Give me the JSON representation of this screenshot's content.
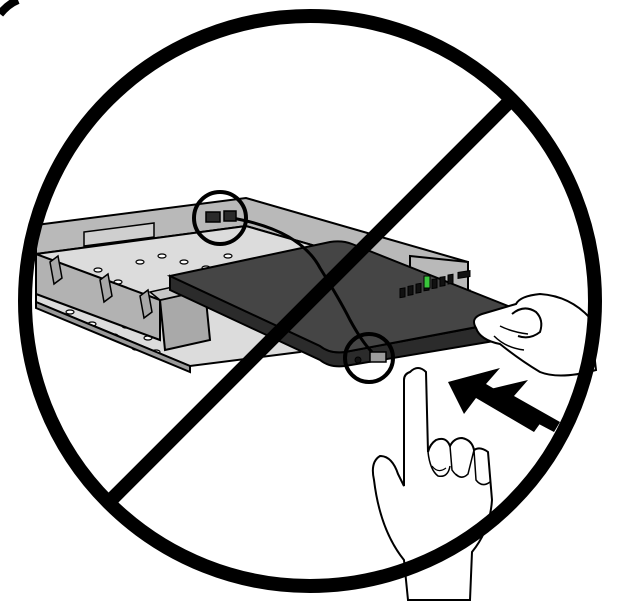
{
  "illustration": {
    "kind": "prohibition",
    "icons": {
      "prohibition_sign": "no-entry-circle-slash",
      "device": "dark-device-sliding-into-tray",
      "tray": "grey-metal-mounting-tray",
      "cable": "cable-with-connector",
      "connector_highlight": "circled-connector",
      "port_highlight": "circled-network-port",
      "push_arrow": "black-double-arrow",
      "pushing_hand": "hand-pushing-device",
      "raised_hand": "hand-with-raised-index-finger"
    },
    "colors": {
      "outline": "#000000",
      "background": "#ffffff",
      "tray_fill": "#b9b9b9",
      "tray_shadow": "#8f8f8f",
      "tray_inner": "#dcdcdc",
      "device_fill": "#3a3a3a",
      "device_top": "#454545",
      "status_led": "#39c43b"
    }
  }
}
